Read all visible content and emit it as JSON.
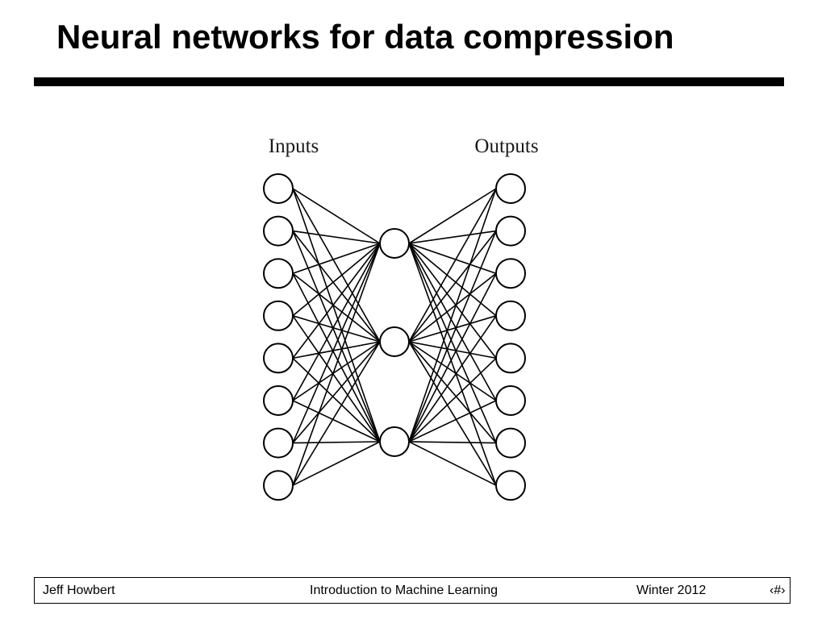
{
  "slide": {
    "title": "Neural networks for data compression"
  },
  "diagram": {
    "input_label": "Inputs",
    "output_label": "Outputs",
    "layers": {
      "input_count": 8,
      "hidden_count": 3,
      "output_count": 8
    },
    "connections": "fully-connected"
  },
  "footer": {
    "author": "Jeff Howbert",
    "course": "Introduction to Machine Learning",
    "term": "Winter 2012",
    "page": "‹#›"
  }
}
